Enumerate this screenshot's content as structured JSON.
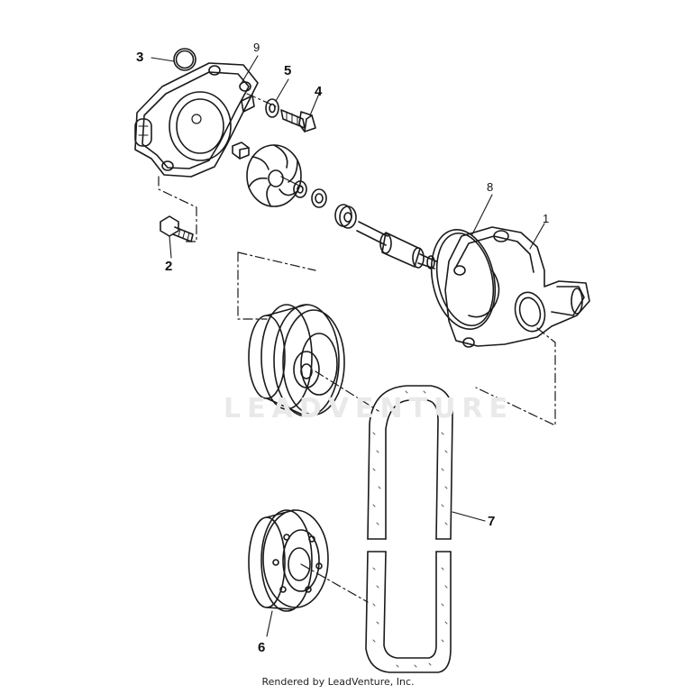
{
  "diagram": {
    "callouts": [
      {
        "id": "1",
        "label": "1"
      },
      {
        "id": "2",
        "label": "2"
      },
      {
        "id": "3",
        "label": "3"
      },
      {
        "id": "4",
        "label": "4"
      },
      {
        "id": "5",
        "label": "5"
      },
      {
        "id": "6",
        "label": "6"
      },
      {
        "id": "7",
        "label": "7"
      },
      {
        "id": "8",
        "label": "8"
      },
      {
        "id": "9",
        "label": "9"
      }
    ]
  },
  "watermark": {
    "text": "LEADVENTURE"
  },
  "footer": {
    "caption": "Rendered by LeadVenture, Inc."
  }
}
